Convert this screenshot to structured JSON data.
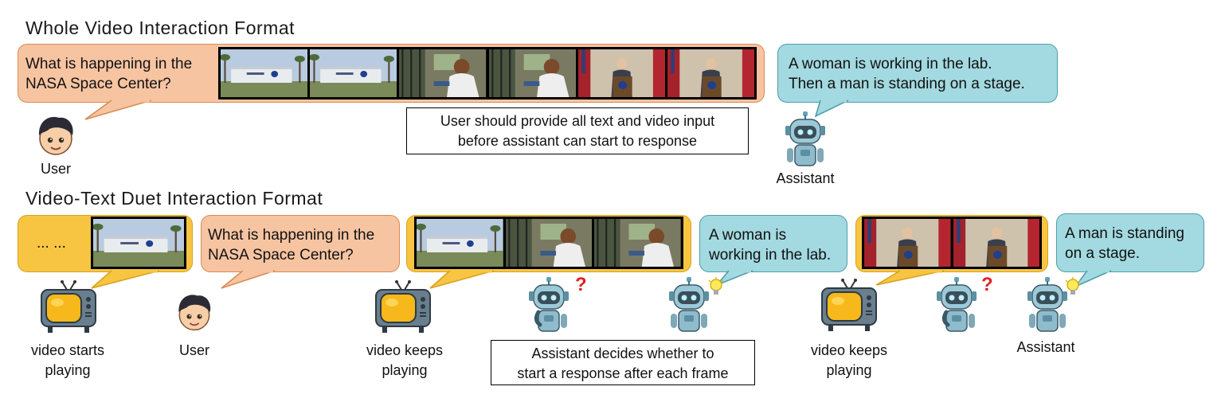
{
  "sections": {
    "whole": {
      "title": "Whole Video Interaction Format"
    },
    "duet": {
      "title": "Video-Text Duet Interaction Format"
    }
  },
  "whole": {
    "user_question": [
      "What is happening in the",
      "NASA Space Center?"
    ],
    "user_label": "User",
    "assistant_answer": [
      "A woman is working in the lab.",
      "Then a man is standing on a stage."
    ],
    "assistant_label": "Assistant",
    "note": [
      "User should provide all text and video input",
      "before assistant can start to response"
    ]
  },
  "duet": {
    "start_ellipsis": "... ...",
    "video_start_label": [
      "video starts",
      "playing"
    ],
    "user_question": [
      "What is happening in the",
      "NASA Space Center?"
    ],
    "user_label": "User",
    "video_keeps_label_1": [
      "video keeps",
      "playing"
    ],
    "assistant_answer_1": [
      "A woman is",
      "working in the lab."
    ],
    "video_keeps_label_2": [
      "video keeps",
      "playing"
    ],
    "assistant_answer_2": [
      "A man is standing",
      "on a stage."
    ],
    "assistant_label": "Assistant",
    "note": [
      "Assistant decides whether to",
      "start a response after each frame"
    ],
    "question_mark": "?"
  },
  "frames": {
    "whole": [
      "nasa-building",
      "nasa-building",
      "lab-woman",
      "lab-woman",
      "stage-man",
      "stage-man"
    ],
    "duet_1": [
      "nasa-building"
    ],
    "duet_2": [
      "nasa-building",
      "lab-woman",
      "lab-woman"
    ],
    "duet_3": [
      "stage-man",
      "stage-man"
    ]
  },
  "icons": [
    "user-avatar-icon",
    "robot-assistant-icon",
    "robot-thinking-icon",
    "robot-idea-icon",
    "tv-icon",
    "question-mark-icon",
    "lightbulb-icon"
  ],
  "colors": {
    "user_bubble": "#f7c4a2",
    "video_bubble": "#f7c542",
    "assistant_bubble": "#a3d9e0",
    "question_mark": "#e02020"
  }
}
